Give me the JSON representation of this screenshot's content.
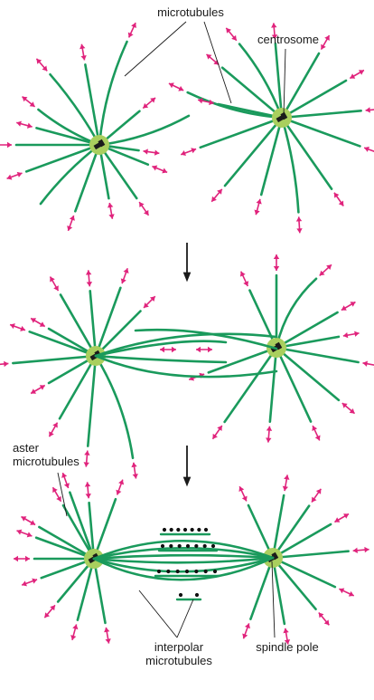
{
  "labels": {
    "microtubules": "microtubules",
    "centrosome": "centrosome",
    "aster_microtubules": [
      "aster",
      "microtubules"
    ],
    "interpolar_microtubules": [
      "interpolar",
      "microtubules"
    ],
    "spindle_pole": "spindle pole"
  },
  "colors": {
    "microtubule": "#1a9a5c",
    "growth_arrow": "#e0237c",
    "centrosome_fill": "#a9cf5e",
    "centrosome_core": "#1b1b1b",
    "motor_dot": "#111111",
    "text": "#1a1a1a"
  },
  "stages": [
    {
      "name": "separating-centrosomes",
      "shows_interpolar_motors": false
    },
    {
      "name": "interacting-asters",
      "shows_interpolar_motors": false
    },
    {
      "name": "bipolar-spindle",
      "shows_interpolar_motors": true,
      "motor_dot_rows": [
        7,
        7,
        7,
        2
      ]
    }
  ]
}
